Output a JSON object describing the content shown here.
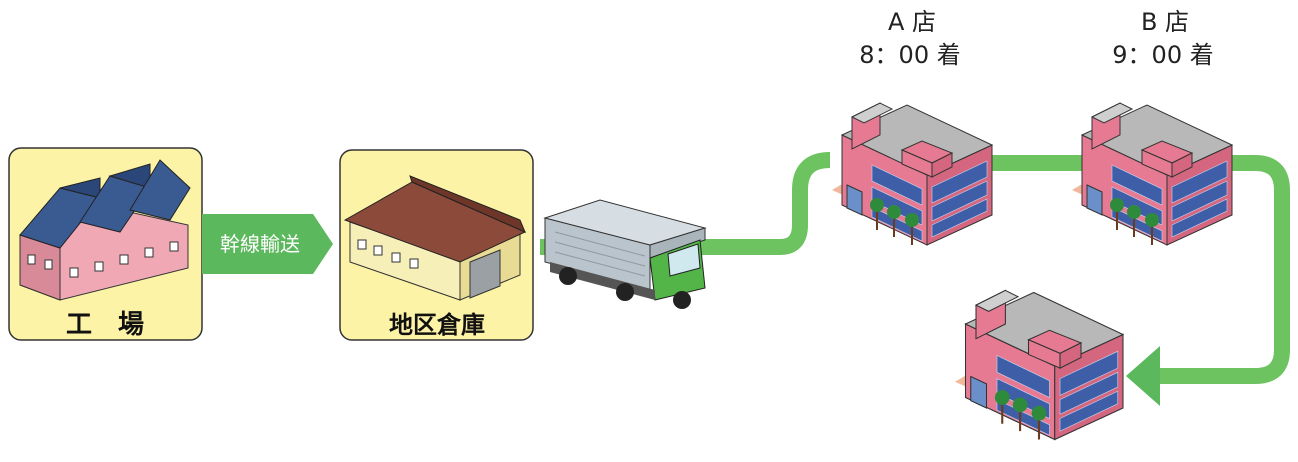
{
  "factory": {
    "label": "工　場"
  },
  "trunk_route": {
    "label": "幹線輸送"
  },
  "warehouse": {
    "label": "地区倉庫"
  },
  "stores": [
    {
      "name": "A 店",
      "arrival": "8：00 着"
    },
    {
      "name": "B 店",
      "arrival": "9：00 着"
    }
  ],
  "colors": {
    "box_fill": "#fdf3a6",
    "box_stroke": "#333333",
    "route_green": "#6cc35f",
    "arrow_green": "#5cb85c",
    "building_pink": "#e77a93",
    "window_blue": "#3e5fa8",
    "roof_gray": "#b8b8b8",
    "factory_roof": "#3a5a92",
    "warehouse_roof": "#8b4a3a",
    "truck_green": "#53b548"
  },
  "icons": [
    "factory-icon",
    "warehouse-icon",
    "truck-icon",
    "store-building-icon"
  ]
}
